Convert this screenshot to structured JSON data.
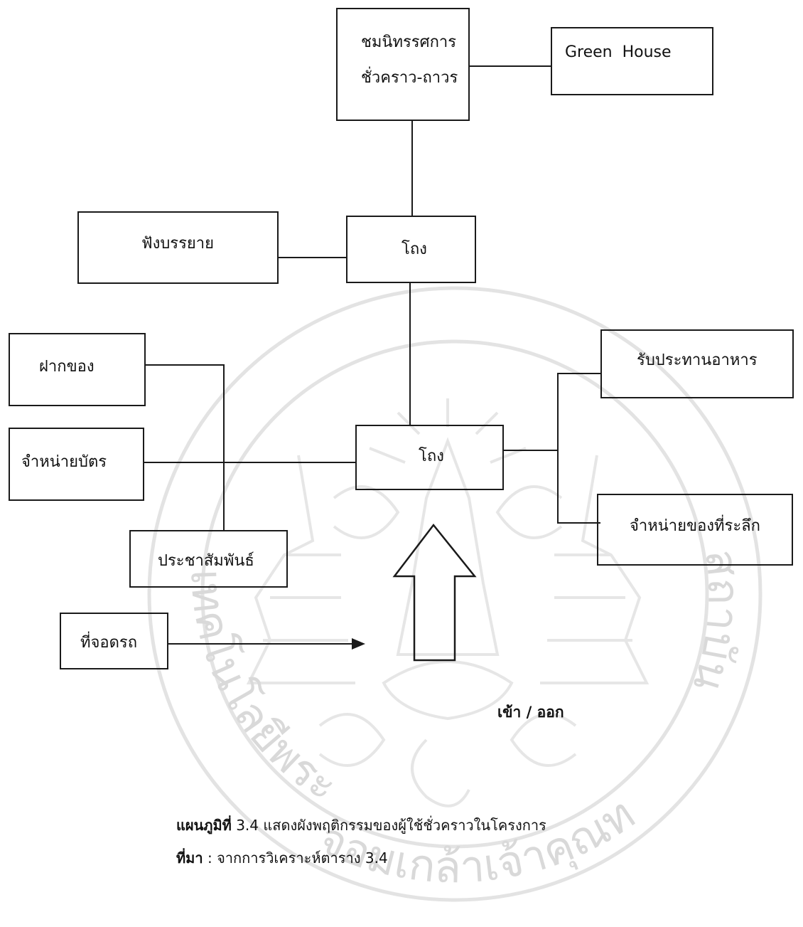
{
  "nodes": {
    "exhibition_line1": "ชมนิทรรศการ",
    "exhibition_line2": "ชั่วคราว-ถาวร",
    "green_house": "Green  House",
    "lecture": "ฟังบรรยาย",
    "hall_upper": "โถง",
    "deposit": "ฝากของ",
    "ticket": "จำหน่ายบัตร",
    "pr": "ประชาสัมพันธ์",
    "hall_lower": "โถง",
    "food": "รับประทานอาหาร",
    "souvenir": "จำหน่ายของที่ระลึก",
    "parking": "ที่จอดรถ"
  },
  "entry_label": "เข้า / ออก",
  "caption": {
    "figure_prefix": "แผนภูมิที่",
    "figure_text": " 3.4 แสดงผังพฤติกรรมของผู้ใช้ชั่วคราวในโครงการ",
    "source_prefix": "ที่มา",
    "source_text": " : จากการวิเคราะห์ตาราง 3.4"
  },
  "watermark": {
    "bottom_text": "จอมเกล้าเจ้าคุณทหาร",
    "left_text": "เทคโนโลยีพระ",
    "right_text": "สถาบัน",
    "color": "#d9d9d9"
  },
  "colors": {
    "line": "#1a1a1a",
    "text": "#111111"
  }
}
